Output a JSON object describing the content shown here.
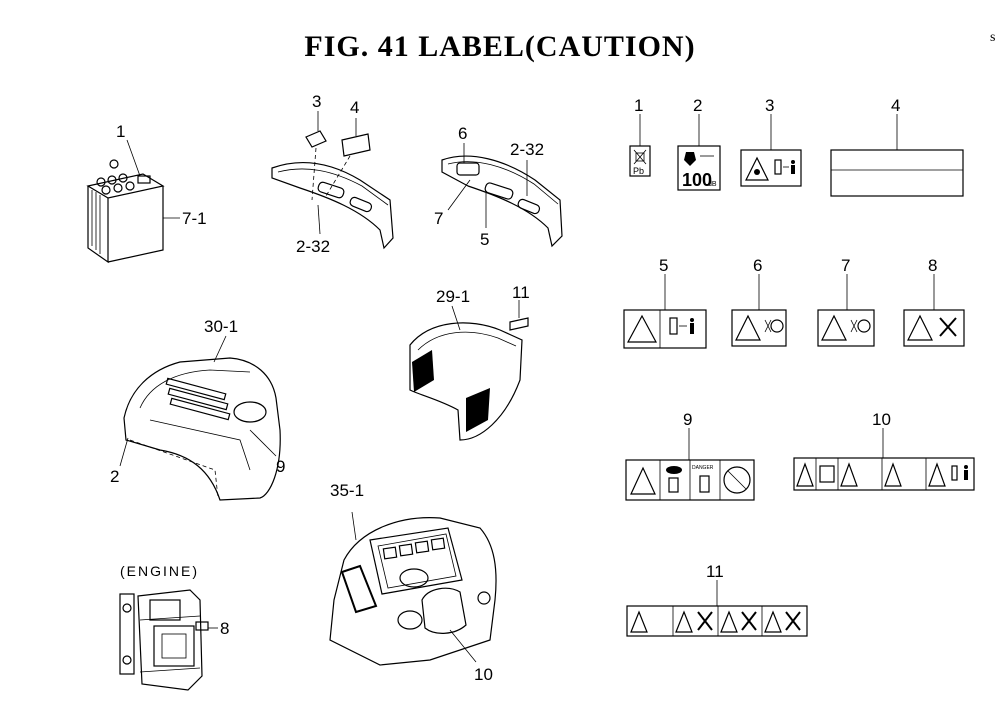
{
  "title": "FIG. 41  LABEL(CAUTION)",
  "corner_mark": "s",
  "engine_caption": "(ENGINE)",
  "part_callouts": {
    "battery_label": "1",
    "battery": "7-1",
    "fender_left_label_a": "3",
    "fender_left_label_b": "4",
    "fender_left": "2-32",
    "fender_right_label_a": "6",
    "fender_right_label_b": "7",
    "fender_right_label_c": "5",
    "fender_right": "2-32",
    "rops_cover": "29-1",
    "rops_label": "11",
    "hood": "30-1",
    "hood_label_a": "2",
    "hood_label_b": "9",
    "engine_label": "8",
    "dash": "35-1",
    "dash_label": "10"
  },
  "label_callouts": [
    "1",
    "2",
    "3",
    "4",
    "5",
    "6",
    "7",
    "8",
    "9",
    "10",
    "11"
  ],
  "label_texts": {
    "lead_mark": "Pb",
    "noise_value": "100",
    "noise_unit": "dB",
    "danger_word": "DANGER"
  }
}
